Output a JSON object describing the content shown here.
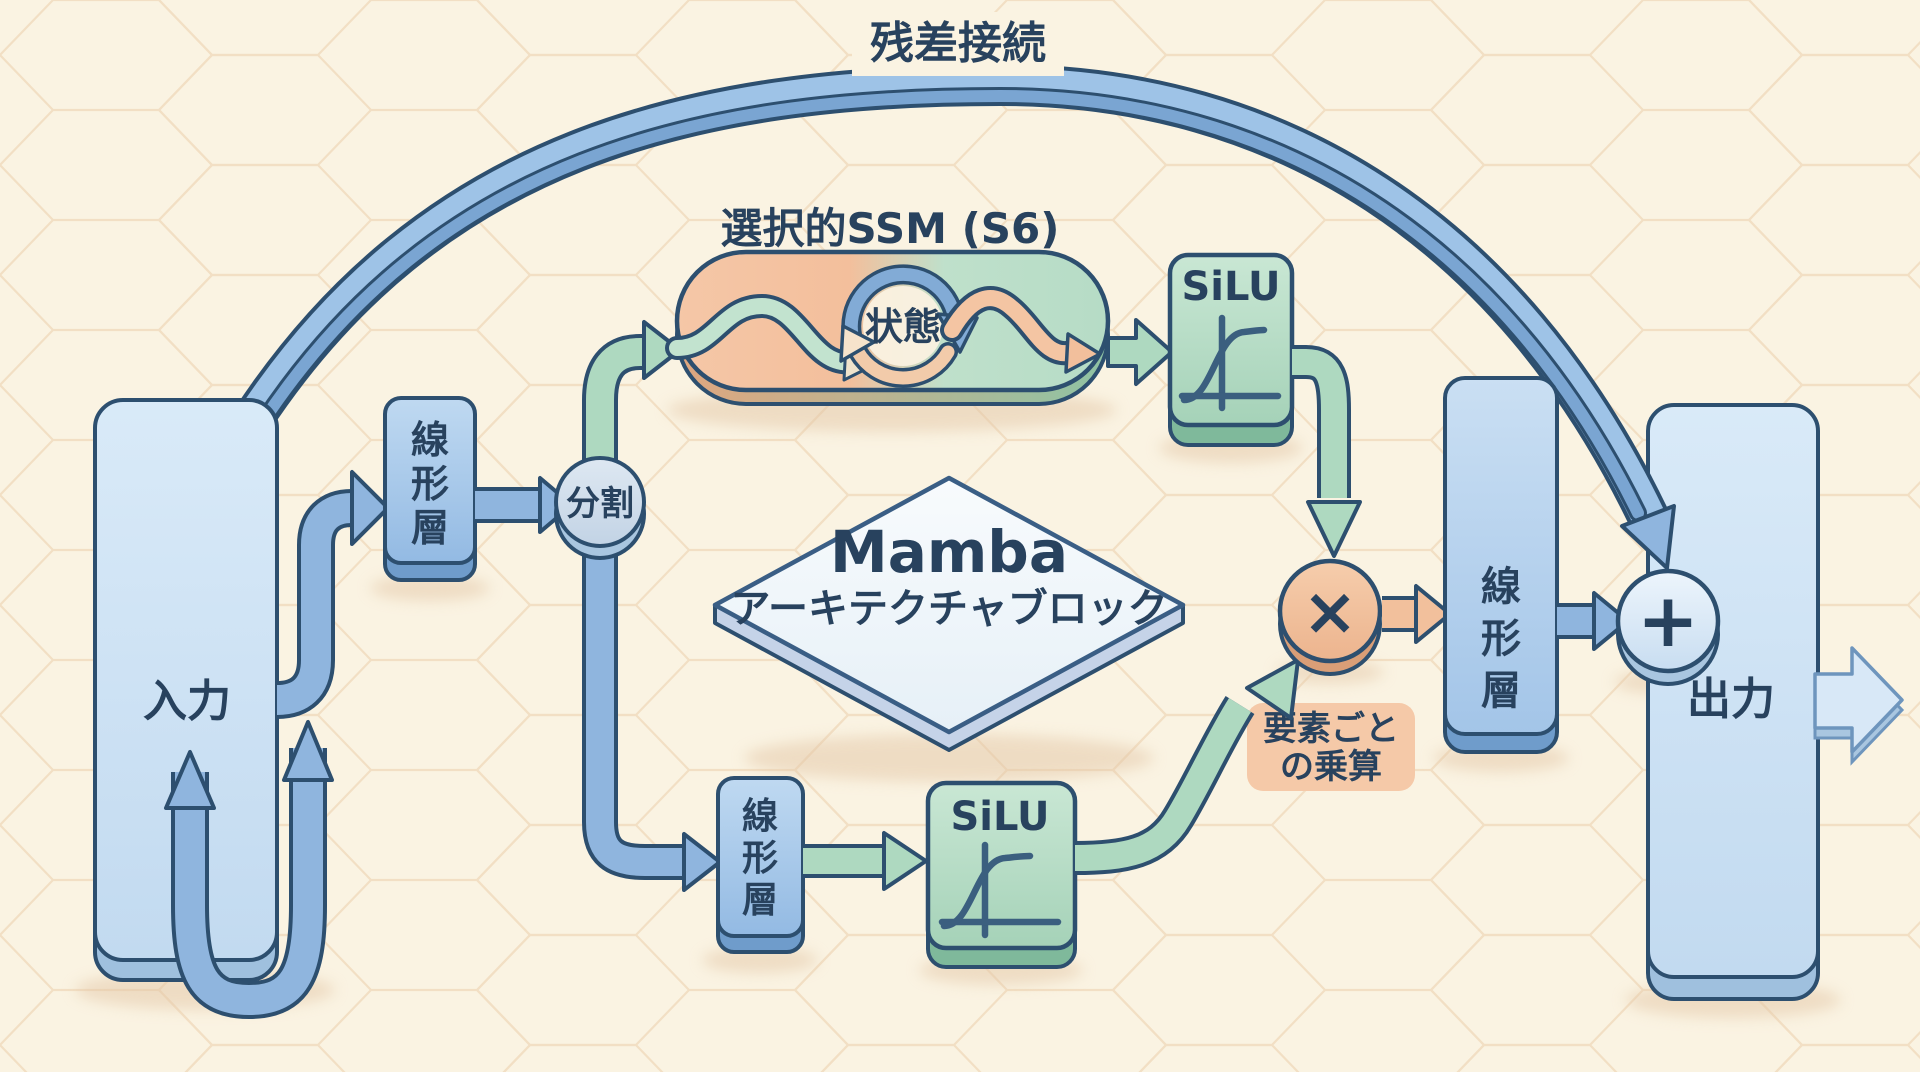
{
  "diagram": {
    "residual_label": "残差接続",
    "ssm_title": "選択的SSM (S6)",
    "state_label": "状態",
    "silu_label": "SiLU",
    "input_label": "入力",
    "output_label": "出力",
    "split_label": "分割",
    "linear_layer_chars": [
      "線",
      "形",
      "層"
    ],
    "mamba_title": "Mamba",
    "mamba_subtitle": "アーキテクチャブロック",
    "multiply_symbol": "×",
    "plus_symbol": "+",
    "elementwise_lines": [
      "要素ごと",
      "の乗算"
    ],
    "colors": {
      "background": "#FAF3E2",
      "outline": "#2D4F6F",
      "text": "#28425E",
      "blue_arrow": "#8FB5DE",
      "residual_light": "#9EC3E7",
      "residual_dark": "#7AA5D2",
      "green": "#AED9C0",
      "orange": "#F2C09C",
      "light_block": "#CFE3F5"
    }
  }
}
